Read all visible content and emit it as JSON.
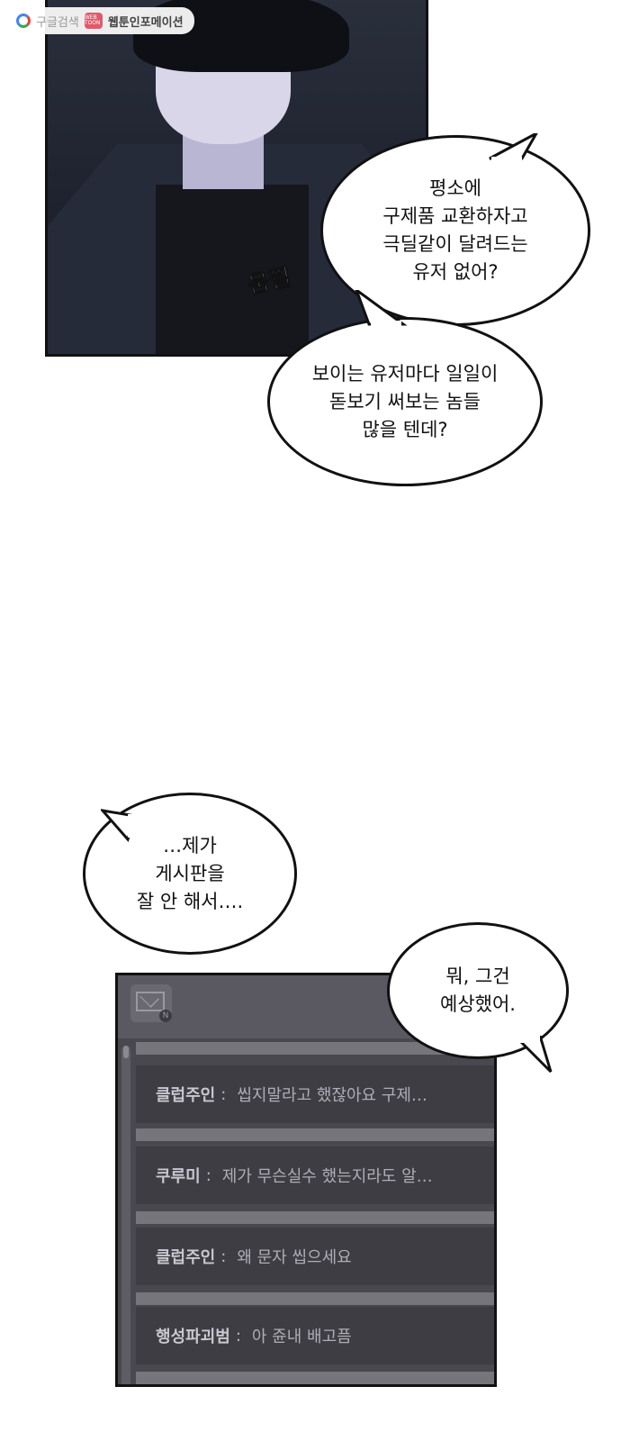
{
  "watermark": {
    "search_label": "구글검색",
    "badge_label": "WEB TOON",
    "site_label": "웹툰인포메이션"
  },
  "panel1": {
    "sfx": "움찔"
  },
  "bubbles": [
    {
      "text": "평소에\n구제품 교환하자고\n극딜같이 달려드는\n유저 없어?"
    },
    {
      "text": "보이는 유저마다 일일이\n돋보기 써보는 놈들\n많을 텐데?"
    },
    {
      "text": "…제가\n게시판을\n잘 안 해서…."
    },
    {
      "text": "뭐, 그건\n예상했어."
    }
  ],
  "phone": {
    "badge": "N",
    "messages": [
      {
        "name": "클럽주인",
        "text": "씹지말라고 했잖아요 구제…"
      },
      {
        "name": "쿠루미",
        "text": "제가 무슨실수 했는지라도 알…"
      },
      {
        "name": "클럽주인",
        "text": "왜 문자 씹으세요"
      },
      {
        "name": "행성파괴범",
        "text": "아 쥰내 배고픔"
      }
    ]
  }
}
